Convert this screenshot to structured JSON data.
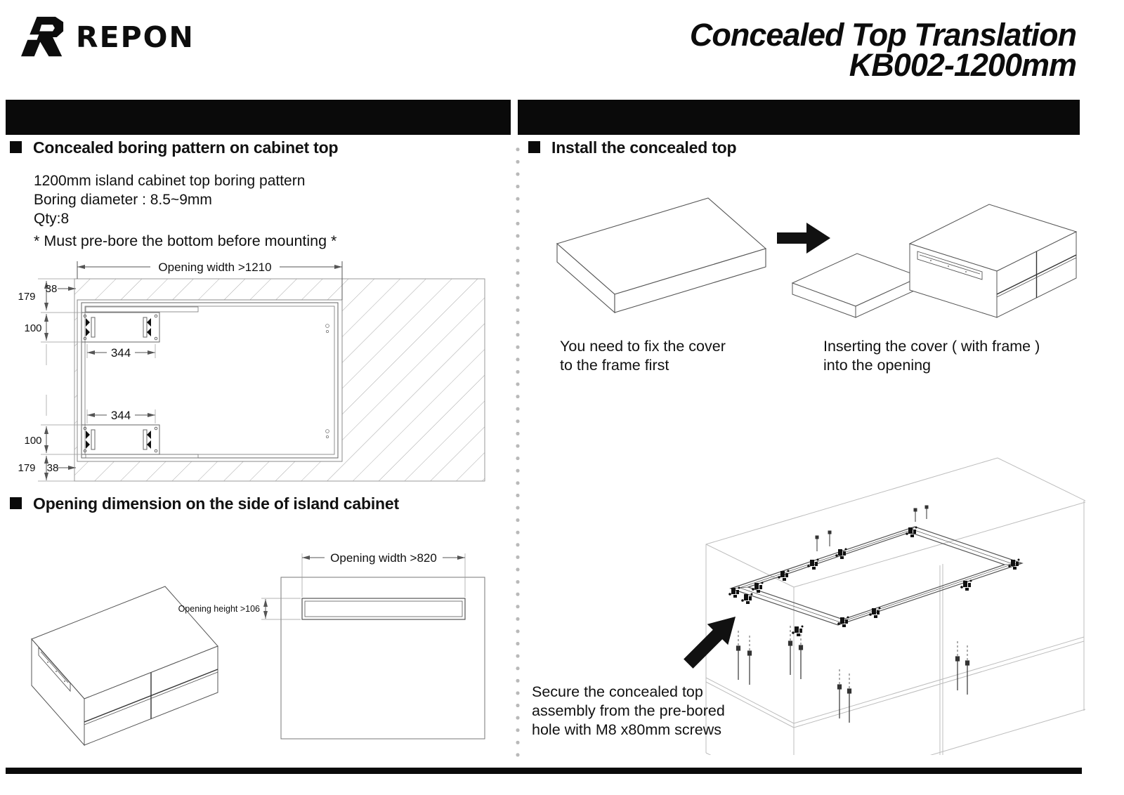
{
  "logo": {
    "brand": "REPON"
  },
  "title": {
    "line1": "Concealed Top Translation",
    "line2": "KB002-1200mm"
  },
  "sections": {
    "boring": {
      "heading": "Concealed boring pattern on cabinet top",
      "body_line1": "1200mm island cabinet top boring pattern",
      "body_line2": "Boring diameter : 8.5~9mm",
      "body_line3": "Qty:8",
      "note": "* Must pre-bore the bottom before mounting *",
      "dims": {
        "opening_width": "Opening width >1210",
        "d38_top": "38",
        "d179_top": "179",
        "d100_top": "100",
        "d344_top": "344",
        "d344_bottom": "344",
        "d100_bottom": "100",
        "d179_bottom": "179",
        "d38_bottom": "38"
      }
    },
    "side_opening": {
      "heading": "Opening dimension on the side of island cabinet",
      "dims": {
        "opening_width": "Opening width >820",
        "opening_height": "Opening height >106"
      }
    },
    "install": {
      "heading": "Install the concealed top",
      "step1_caption": "You need to fix the cover\nto the frame first",
      "step2_caption": "Inserting the cover ( with frame )\ninto the opening",
      "step3_caption": "Secure the concealed top\nassembly from the pre-bored\nhole with M8 x80mm screws"
    }
  },
  "colors": {
    "bar": "#0a0a0a",
    "ink": "#111111",
    "line_main": "#555555",
    "line_light": "#999999",
    "wireframe": "#bdbdbd",
    "dot": "#b9b9b9"
  }
}
